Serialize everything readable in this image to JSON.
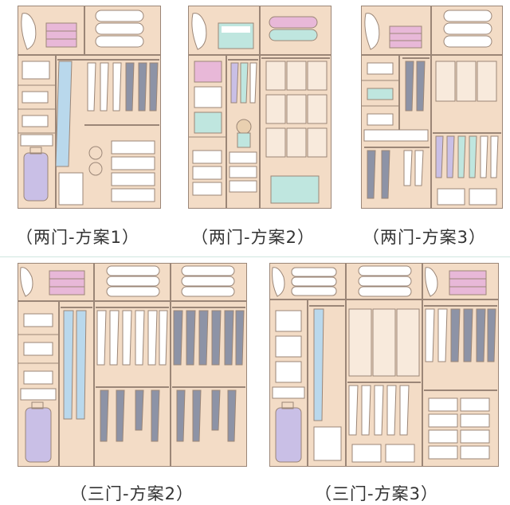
{
  "captions": {
    "p1": "（两门-方案1）",
    "p2": "（两门-方案2）",
    "p3": "（两门-方案3）",
    "p4": "（三门-方案2）",
    "p5": "（三门-方案3）"
  },
  "colors": {
    "wood": "#f3dcc6",
    "frame": "#9b8677",
    "pink": "#e8b8d8",
    "lavender": "#c9bfe6",
    "blue": "#b9d8ec",
    "mint": "#bfe6df",
    "gray": "#8d93a6",
    "white": "#ffffff"
  },
  "icons": [
    "pillow-icon",
    "folded-blanket-icon",
    "storage-box-icon",
    "folded-shirt-icon",
    "hanging-shirt-icon",
    "coat-icon",
    "trousers-icon",
    "suitcase-icon",
    "drawer-icon",
    "bear-plush-icon",
    "bag-hook-icon"
  ]
}
